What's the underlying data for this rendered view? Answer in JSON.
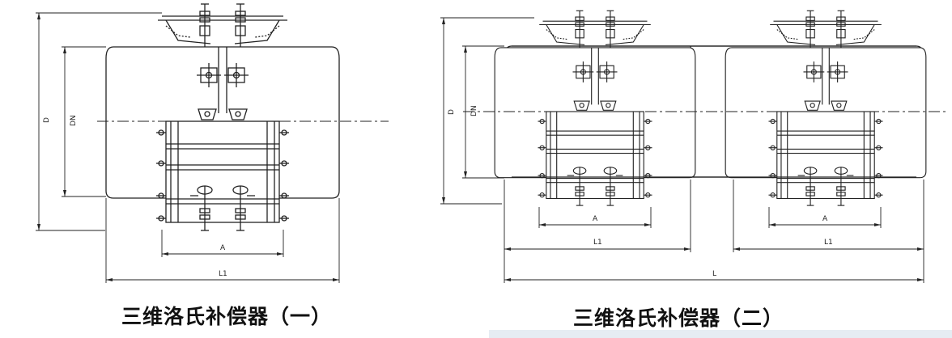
{
  "figures": [
    {
      "caption": "三维洛氏补偿器（一）",
      "dimension_labels": {
        "a": "A",
        "l1": "L1",
        "d": "D",
        "dn": "DN"
      }
    },
    {
      "caption": "三维洛氏补偿器（二）",
      "dimension_labels": {
        "a": "A",
        "l1": "L1",
        "l": "L",
        "d": "D",
        "dn": "DN"
      }
    }
  ]
}
